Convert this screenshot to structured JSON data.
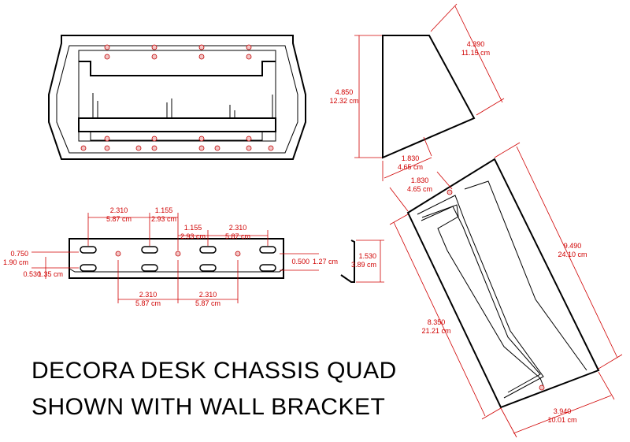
{
  "title": {
    "line1": "DECORA DESK CHASSIS QUAD",
    "line2": "SHOWN WITH WALL BRACKET"
  },
  "side_view": {
    "height": {
      "in": "4.850",
      "cm": "12.32 cm"
    },
    "slope": {
      "in": "4.390",
      "cm": "11.15 cm"
    },
    "base": {
      "in": "1.830",
      "cm": "4.65 cm"
    }
  },
  "bracket_view": {
    "top_left_spacing": {
      "in": "2.310",
      "cm": "5.87 cm"
    },
    "top_mid_spacing": {
      "in": "1.155",
      "cm": "2.93 cm"
    },
    "top_mid_spacing2": {
      "in": "1.155",
      "cm": "2.93 cm"
    },
    "top_right_spacing": {
      "in": "2.310",
      "cm": "5.87 cm"
    },
    "left_upper": {
      "in": "0.750",
      "cm": "1.90 cm"
    },
    "left_lower": {
      "in": "0.530",
      "cm": "1.35 cm"
    },
    "right_offset": {
      "in": "0.500",
      "cm": "1.27 cm"
    },
    "bottom_left": {
      "in": "2.310",
      "cm": "5.87 cm"
    },
    "bottom_right": {
      "in": "2.310",
      "cm": "5.87 cm"
    },
    "bracket_height": {
      "in": "1.530",
      "cm": "3.89 cm"
    }
  },
  "angled_view": {
    "top_small": {
      "in": "1.830",
      "cm": "4.65 cm"
    },
    "long_side": {
      "in": "9.490",
      "cm": "24.10 cm"
    },
    "inner_side": {
      "in": "8.350",
      "cm": "21.21 cm"
    },
    "base": {
      "in": "3.940",
      "cm": "10.01 cm"
    }
  }
}
